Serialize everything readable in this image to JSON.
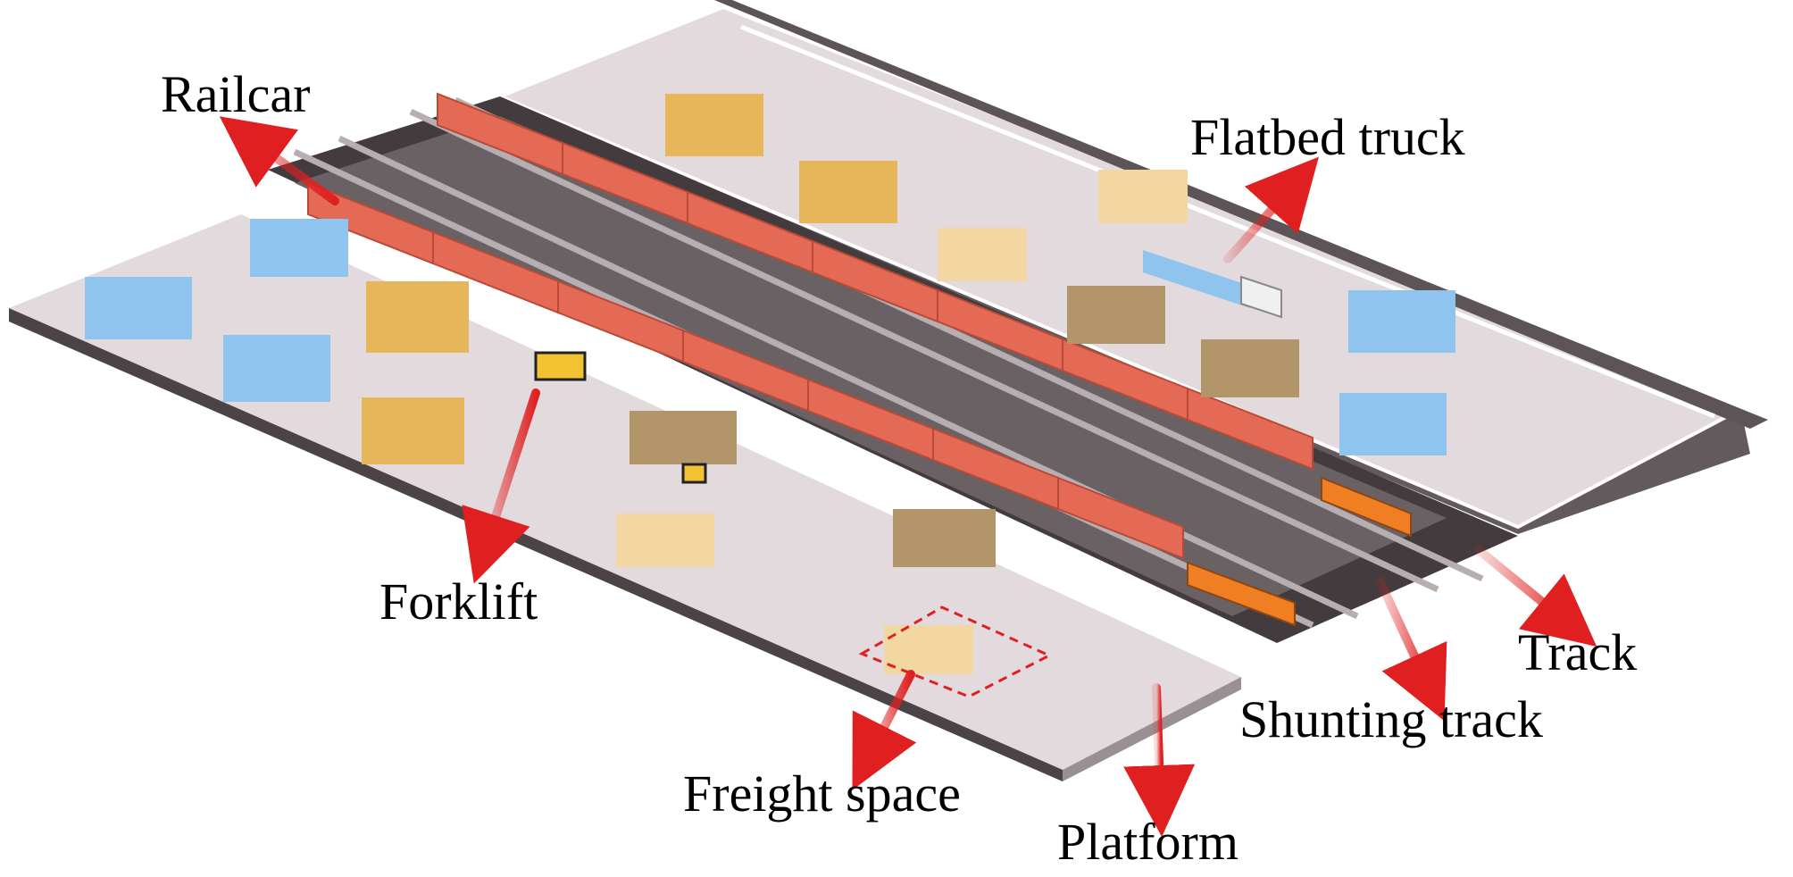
{
  "labels": {
    "railcar": "Railcar",
    "flatbed_truck": "Flatbed truck",
    "forklift": "Forklift",
    "track": "Track",
    "shunting_track": "Shunting track",
    "freight_space": "Freight space",
    "platform": "Platform"
  },
  "colors": {
    "railcar": "#e46a55",
    "platform": "#e3dadd",
    "track_bed": "#4d4548",
    "arrow": "#e02020",
    "wood_cargo": "#e8b65a",
    "dark_cargo": "#b29569",
    "water_cargo": "#8fc4ee",
    "locomotive": "#f07f23"
  },
  "icons": [
    "arrow-icon",
    "forklift-icon",
    "flatbed-truck-icon",
    "locomotive-icon",
    "railcar-icon",
    "pallet-icon",
    "bollard-icon"
  ]
}
